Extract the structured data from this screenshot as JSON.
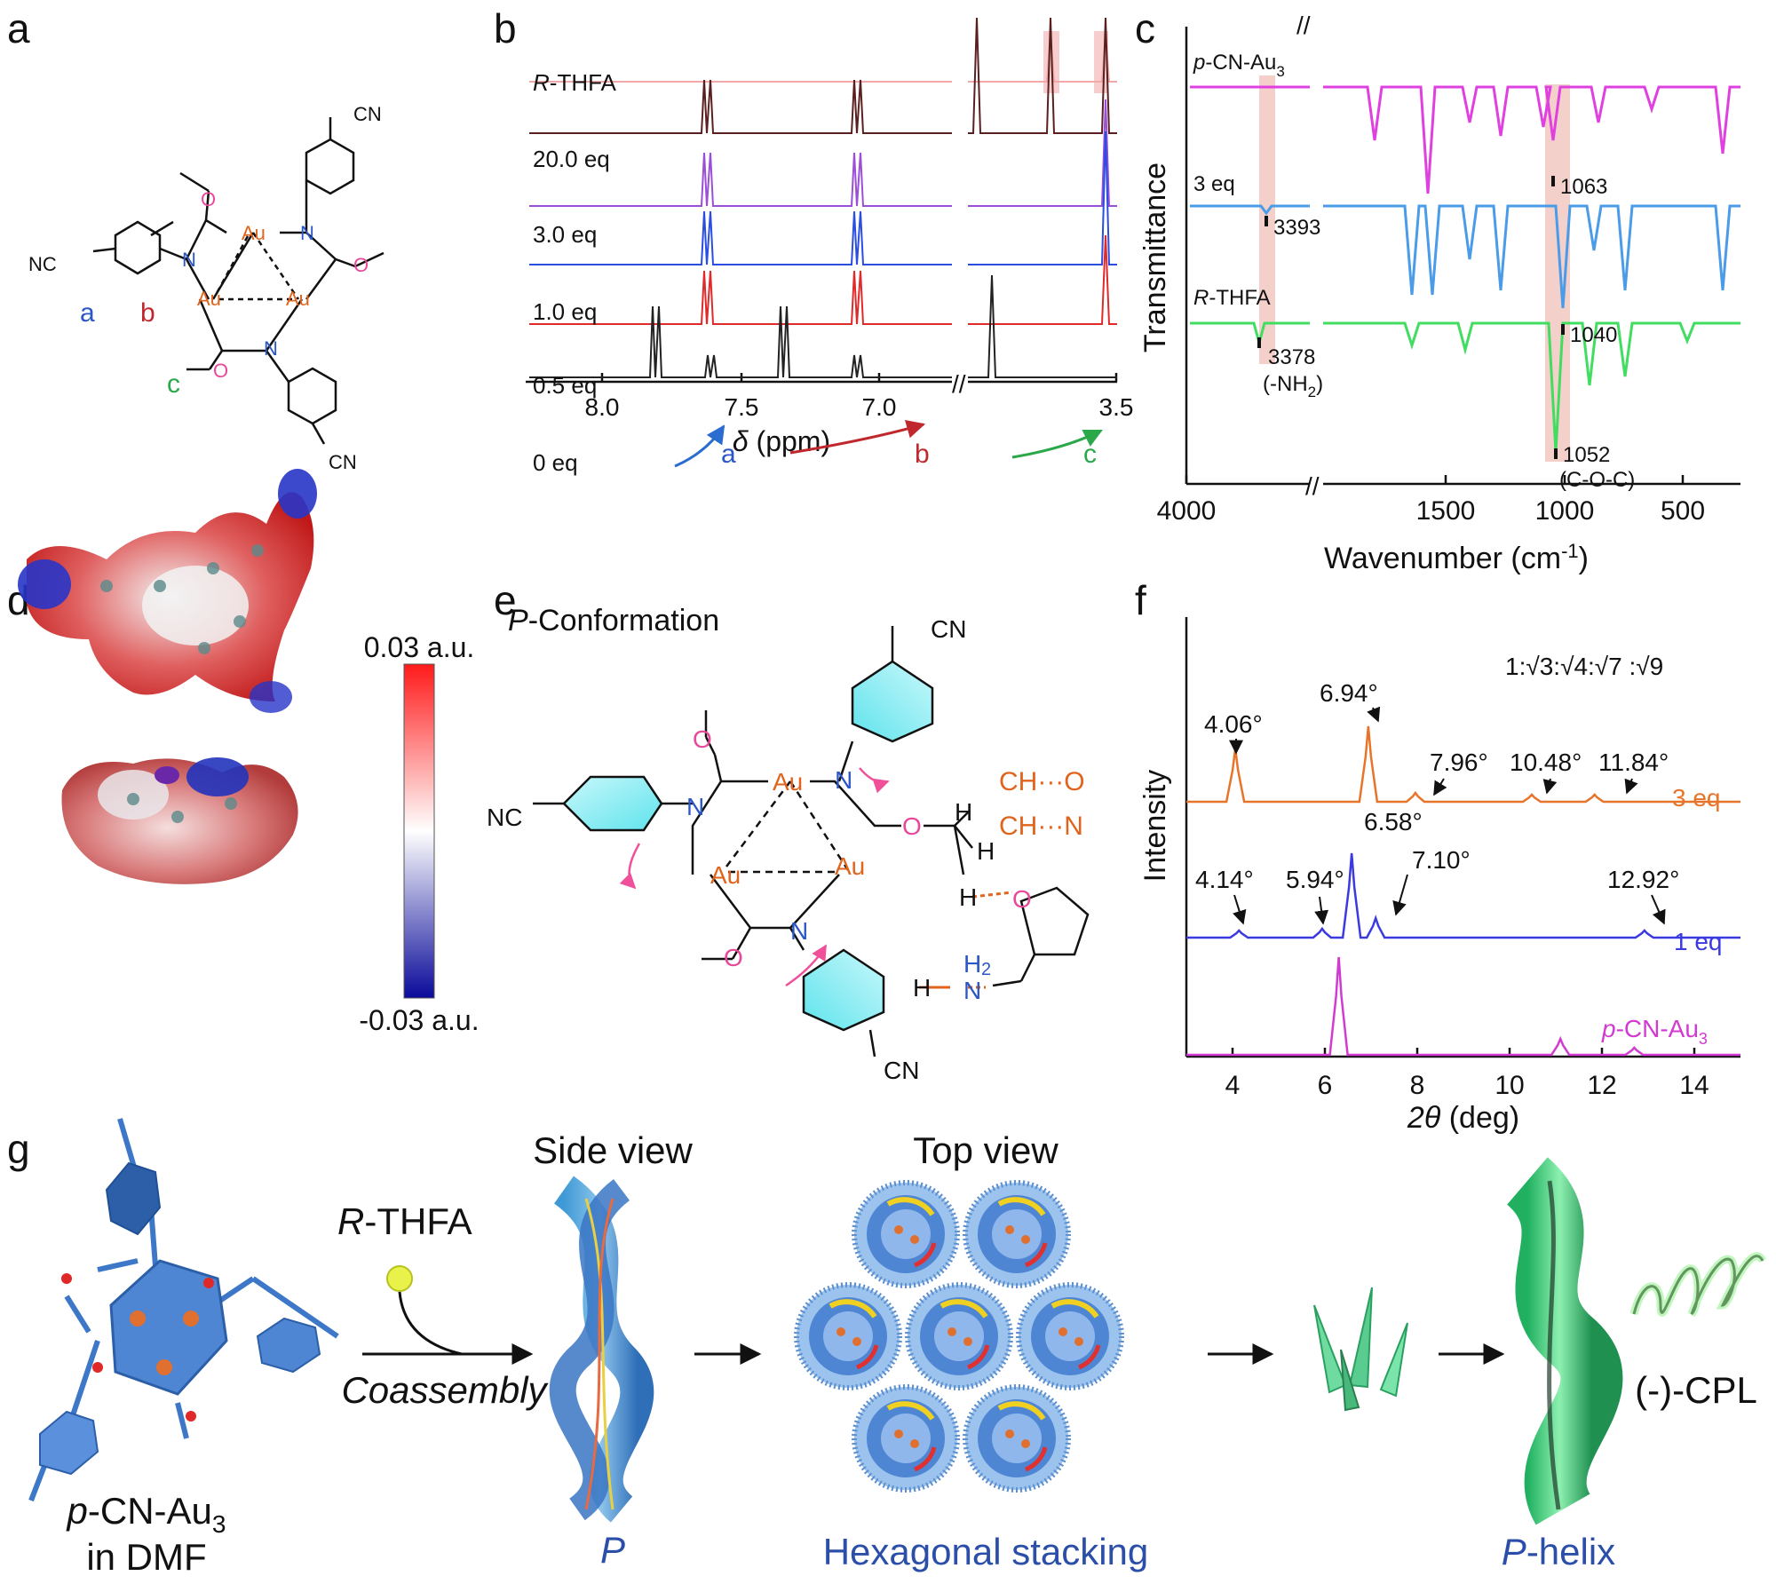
{
  "panel_letters": [
    "a",
    "b",
    "c",
    "d",
    "e",
    "f",
    "g"
  ],
  "panel_a": {
    "atoms": [
      "Au",
      "Au",
      "Au",
      "N",
      "N",
      "N",
      "O",
      "O",
      "O"
    ],
    "cn_labels": [
      "CN",
      "NC",
      "CN"
    ],
    "proton_labels": [
      "a",
      "b",
      "c"
    ],
    "colors": {
      "au": "#e0641c",
      "n": "#2a56c6",
      "o": "#e8489a",
      "a": "#2a56c6",
      "b": "#c0282e",
      "c": "#2aa84a"
    }
  },
  "panel_b": {
    "traces": [
      {
        "label_prefix": "R",
        "label_rest": "-THFA",
        "color": "#f0a8a8"
      },
      {
        "label": "20.0 eq",
        "color": "#5a2020"
      },
      {
        "label": "3.0 eq",
        "color": "#9b4fd6"
      },
      {
        "label": "1.0 eq",
        "color": "#2a4fe0"
      },
      {
        "label": "0.5 eq",
        "color": "#e02a2a"
      },
      {
        "label": "0 eq",
        "color": "#222222"
      }
    ],
    "ticks": [
      "8.0",
      "7.5",
      "7.0",
      "3.5"
    ],
    "xlabel_symbol": "δ",
    "xlabel_rest": " (ppm)",
    "arrow_labels": [
      "a",
      "b",
      "c"
    ]
  },
  "panel_c": {
    "traces": [
      {
        "label_prefix": "p",
        "label_rest": "-CN-Au",
        "label_sub": "3",
        "color": "#e040e0"
      },
      {
        "label": "3 eq",
        "color": "#4a9be8"
      },
      {
        "label_prefix": "R",
        "label_rest": "-THFA",
        "color": "#40dd60"
      }
    ],
    "peak_labels": [
      "1063",
      "3393",
      "1040",
      "3378",
      "(-NH",
      "2",
      ")",
      "1052",
      "(C-O-C)"
    ],
    "ticks": [
      "4000",
      "1500",
      "1000",
      "500"
    ],
    "ylabel": "Transmittance",
    "xlabel": "Wavenumber (cm",
    "xlabel_sup": "-1",
    "xlabel_end": ")"
  },
  "panel_d": {
    "scale_max": "0.03 a.u.",
    "scale_min": "-0.03 a.u."
  },
  "panel_e": {
    "title_prefix": "P",
    "title_rest": "-Conformation",
    "interactions": [
      "CH···O",
      "CH···N"
    ],
    "labels": [
      "CN",
      "NC",
      "CN",
      "H",
      "H",
      "H",
      "H",
      "H",
      "N",
      "2",
      "O"
    ]
  },
  "panel_f": {
    "ratio_label": "1:√3:√4:√7 :√9",
    "ylabel": "Intensity",
    "xlabel_symbol": "2θ",
    "xlabel_rest": " (deg)",
    "ticks": [
      "4",
      "6",
      "8",
      "10",
      "12",
      "14"
    ],
    "traces": [
      {
        "label": "3 eq",
        "color": "#e8742a",
        "peaks": [
          "4.06°",
          "6.94°",
          "7.96°",
          "10.48°",
          "11.84°"
        ]
      },
      {
        "label": "1 eq",
        "color": "#3a3ae0",
        "peaks": [
          "4.14°",
          "5.94°",
          "6.58°",
          "7.10°",
          "12.92°"
        ]
      },
      {
        "label_prefix": "p",
        "label_rest": "-CN-Au",
        "label_sub": "3",
        "color": "#d23ad2",
        "peaks": []
      }
    ]
  },
  "panel_g": {
    "molecule_label_prefix": "p",
    "molecule_label_rest": "-CN-Au",
    "molecule_label_sub": "3",
    "molecule_label_line2": "in DMF",
    "reagent_prefix": "R",
    "reagent_rest": "-THFA",
    "process": "Coassembly",
    "side_view": "Side view",
    "side_view_caption": "P",
    "top_view": "Top view",
    "top_view_caption": "Hexagonal stacking",
    "helix_caption_prefix": "P",
    "helix_caption_rest": "-helix",
    "cpl": "(-)-CPL"
  }
}
